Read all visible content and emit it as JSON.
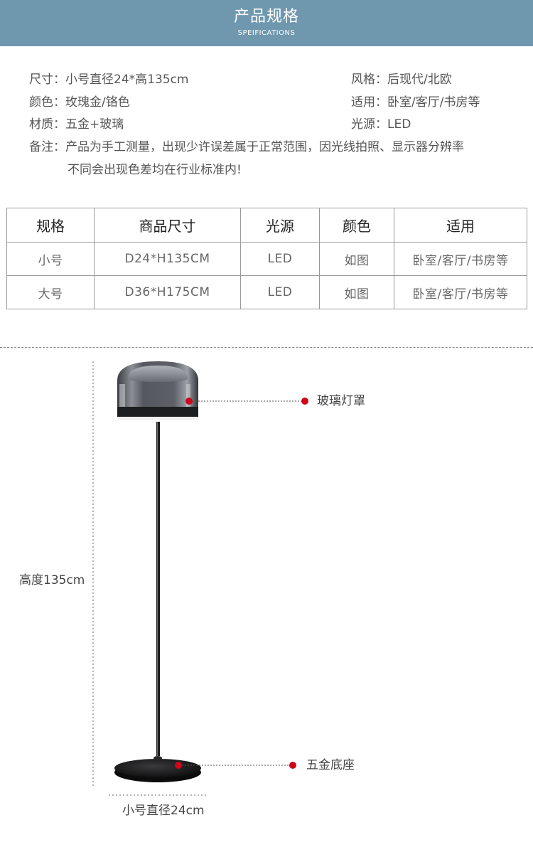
{
  "header": {
    "title": "产品规格",
    "subtitle": "SPEIFICATIONS"
  },
  "specs": {
    "size": "尺寸：小号直径24*高135cm",
    "style": "风格：后现代/北欧",
    "color": "颜色：玫瑰金/铬色",
    "usage": "适用：卧室/客厅/书房等",
    "material": "材质：五金+玻璃",
    "light": "光源：LED",
    "note_line1": "备注：产品为手工测量，出现少许误差属于正常范围，因光线拍照、显示器分辨率",
    "note_line2": "不同会出现色差均在行业标准内!"
  },
  "table": {
    "headers": [
      "规格",
      "商品尺寸",
      "光源",
      "颜色",
      "适用"
    ],
    "rows": [
      [
        "小号",
        "D24*H135CM",
        "LED",
        "如图",
        "卧室/客厅/书房等"
      ],
      [
        "大号",
        "D36*H175CM",
        "LED",
        "如图",
        "卧室/客厅/书房等"
      ]
    ]
  },
  "diagram": {
    "shade_label": "玻璃灯罩",
    "base_label": "五金底座",
    "height_label": "高度135cm",
    "diameter_label": "小号直径24cm",
    "accent_color": "#d0021b"
  }
}
